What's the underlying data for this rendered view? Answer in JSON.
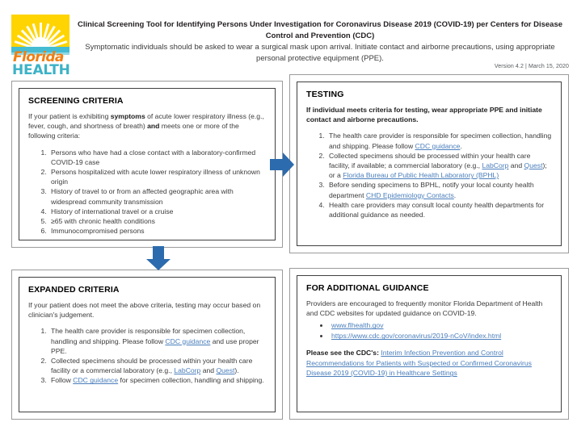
{
  "header": {
    "logo": {
      "name_line1": "Florida",
      "name_line2": "HEALTH",
      "sun_color": "#ffd400",
      "water_color": "#45bcd2",
      "florida_color": "#f07f13",
      "health_color": "#3bb2c6"
    },
    "title": "Clinical Screening Tool for Identifying Persons Under Investigation for Coronavirus Disease 2019 (COVID-19) per Centers for Disease Control and Prevention (CDC)",
    "subtitle": "Symptomatic individuals should be asked to wear a surgical mask upon arrival. Initiate contact and airborne precautions, using appropriate personal protective equipment (PPE).",
    "version": "Version 4.2 | March 15, 2020"
  },
  "colors": {
    "arrow_blue": "#2c6bad",
    "link_blue": "#4a7ebb",
    "frame_gray": "#9b9b9b",
    "inner_border": "#3f3f3f"
  },
  "screening": {
    "title": "SCREENING CRITERIA",
    "intro_a": "If your patient is exhibiting ",
    "intro_b": "symptoms",
    "intro_c": " of acute lower respiratory illness (e.g., fever, cough, and shortness of breath) ",
    "intro_d": "and",
    "intro_e": " meets one or more of the following criteria:",
    "items": [
      "Persons who have had a close contact with a laboratory-confirmed COVID-19 case",
      "Persons hospitalized with acute lower respiratory illness of unknown origin",
      "History of travel to or from an affected geographic area with widespread community transmission",
      "History of international travel or a cruise",
      "≥65 with chronic health conditions",
      "Immunocompromised persons"
    ]
  },
  "testing": {
    "title": "TESTING",
    "intro": "If individual meets criteria for testing, wear appropriate PPE and initiate contact and airborne precautions.",
    "item1_a": "The health care provider is responsible for specimen collection, handling and shipping. Please follow ",
    "item1_link": "CDC guidance",
    "item1_b": ".",
    "item2_a": "Collected specimens should be processed within your health care facility, if available; a commercial laboratory (e.g., ",
    "item2_link1": "LabCorp",
    "item2_b": " and ",
    "item2_link2": "Quest",
    "item2_c": "); or a ",
    "item2_link3": "Florida Bureau of Public Health Laboratory (BPHL)",
    "item3_a": "Before sending specimens to BPHL, notify your local county health department ",
    "item3_link": "CHD Epidemiology Contacts",
    "item3_b": ".",
    "item4": "Health care providers may consult local county health departments for additional guidance as needed."
  },
  "expanded": {
    "title": "EXPANDED CRITERIA",
    "intro": "If your patient does not meet the above criteria, testing may occur based on clinician's judgement.",
    "item1_a": "The health care provider is responsible for specimen collection, handling and shipping. Please follow ",
    "item1_link": "CDC guidance",
    "item1_b": " and use proper PPE.",
    "item2_a": "Collected specimens should be processed within your health care facility or a commercial laboratory (e.g., ",
    "item2_link1": "LabCorp",
    "item2_b": " and ",
    "item2_link2": "Quest",
    "item2_c": ").",
    "item3_a": "Follow ",
    "item3_link": "CDC guidance",
    "item3_b": " for specimen collection, handling and shipping."
  },
  "guidance": {
    "title": "FOR ADDITIONAL GUIDANCE",
    "intro": "Providers are encouraged to frequently monitor Florida Department of Health and CDC websites for updated guidance on COVID-19.",
    "links": [
      "www.flhealth.gov",
      "https://www.cdc.gov/coronavirus/2019-nCoV/index.html"
    ],
    "note_prefix": "Please see the CDC's: ",
    "note_link": "Interim Infection Prevention and Control Recommendations for Patients with Suspected or Confirmed Coronavirus Disease 2019 (COVID-19) in Healthcare Settings"
  },
  "arrows": {
    "right": "arrow-right-icon",
    "down": "arrow-down-icon"
  }
}
